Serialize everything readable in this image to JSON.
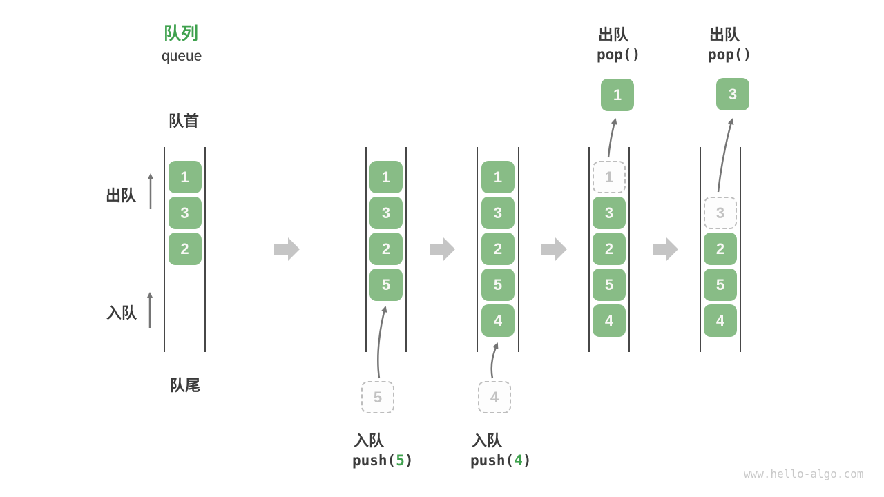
{
  "title": {
    "zh": "队列",
    "en": "queue"
  },
  "side_labels": {
    "front": "队首",
    "rear": "队尾",
    "dequeue": "出队",
    "enqueue": "入队"
  },
  "columns": [
    {
      "name": "state-initial",
      "cells": [
        "1",
        "3",
        "2"
      ]
    },
    {
      "name": "state-after-push5",
      "cells": [
        "1",
        "3",
        "2",
        "5"
      ],
      "incoming": "5",
      "op": {
        "zh": "入队",
        "fn_prefix": "push(",
        "fn_arg": "5",
        "fn_suffix": ")"
      }
    },
    {
      "name": "state-after-push4",
      "cells": [
        "1",
        "3",
        "2",
        "5",
        "4"
      ],
      "incoming": "4",
      "op": {
        "zh": "入队",
        "fn_prefix": "push(",
        "fn_arg": "4",
        "fn_suffix": ")"
      }
    },
    {
      "name": "state-pop-1",
      "ghost": "1",
      "cells": [
        "3",
        "2",
        "5",
        "4"
      ],
      "popped": "1",
      "op": {
        "zh": "出队",
        "fn": "pop()"
      }
    },
    {
      "name": "state-pop-3",
      "ghost": "3",
      "cells": [
        "2",
        "5",
        "4"
      ],
      "popped": "3",
      "op": {
        "zh": "出队",
        "fn": "pop()"
      }
    }
  ],
  "watermark": "www.hello-algo.com",
  "colors": {
    "cell_green": "#88bc86",
    "title_green": "#3fa14e",
    "text_dark": "#3a3a3a",
    "block_arrow_gray": "#c5c5c5",
    "thin_arrow_gray": "#757575",
    "ghost_gray": "#bdbdbd",
    "channel_line": "#474747",
    "watermark_gray": "#c9c9c9"
  }
}
